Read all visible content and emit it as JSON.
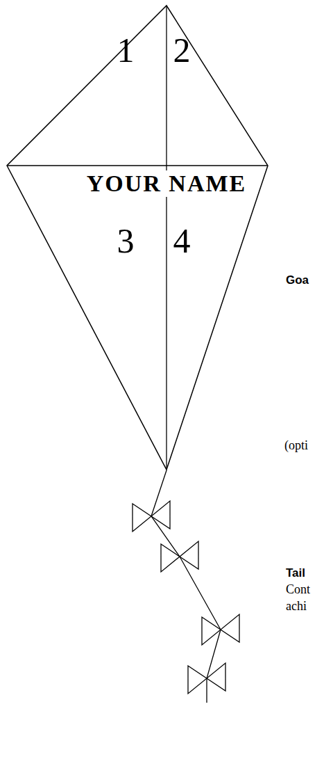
{
  "diagram": {
    "nodes": [
      {
        "text": [
          "1",
          "2",
          "YOUR NAME",
          "3",
          "4"
        ]
      }
    ],
    "labels": [
      "Goa",
      "(opti",
      "Tail",
      "Cont",
      "achi"
    ]
  }
}
